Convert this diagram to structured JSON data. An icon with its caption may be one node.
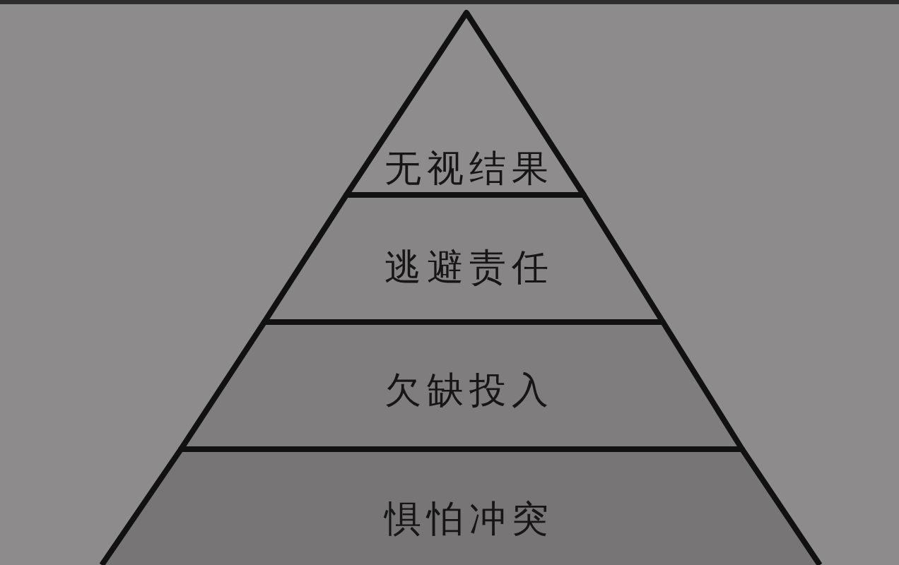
{
  "diagram": {
    "nodes": [
      {
        "text": [
          "无视结果"
        ]
      },
      {
        "text": [
          "逃避责任"
        ]
      },
      {
        "text": [
          "欠缺投入"
        ]
      },
      {
        "text": [
          "惧怕冲突"
        ]
      }
    ]
  }
}
